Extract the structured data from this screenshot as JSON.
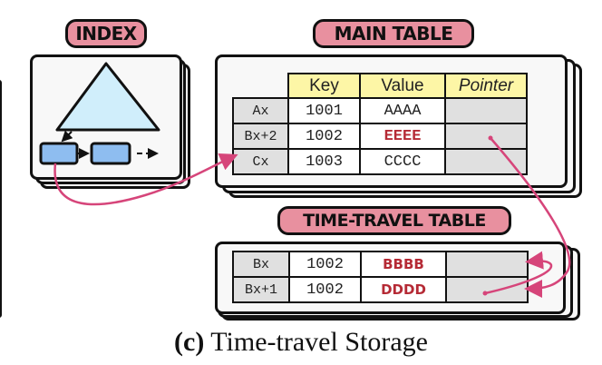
{
  "labels": {
    "index": "INDEX",
    "main_table": "MAIN TABLE",
    "time_travel_table": "TIME-TRAVEL TABLE"
  },
  "main_table": {
    "headers": [
      "Key",
      "Value",
      "Pointer"
    ],
    "rows": [
      {
        "label": "Ax",
        "key": "1001",
        "value": "AAAA",
        "highlight": false
      },
      {
        "label": "Bx+2",
        "key": "1002",
        "value": "EEEE",
        "highlight": true
      },
      {
        "label": "Cx",
        "key": "1003",
        "value": "CCCC",
        "highlight": false
      }
    ]
  },
  "time_travel_table": {
    "rows": [
      {
        "label": "Bx",
        "key": "1002",
        "value": "BBBB",
        "highlight": true
      },
      {
        "label": "Bx+1",
        "key": "1002",
        "value": "DDDD",
        "highlight": true
      }
    ]
  },
  "caption": {
    "tag": "(c)",
    "text": " Time-travel Storage"
  },
  "colors": {
    "pill": "#e8909f",
    "arrow": "#d6457a",
    "header": "#fdf6a6",
    "highlight_text": "#b52a35",
    "tree": "#d0eefb",
    "node": "#8ebdf0"
  }
}
